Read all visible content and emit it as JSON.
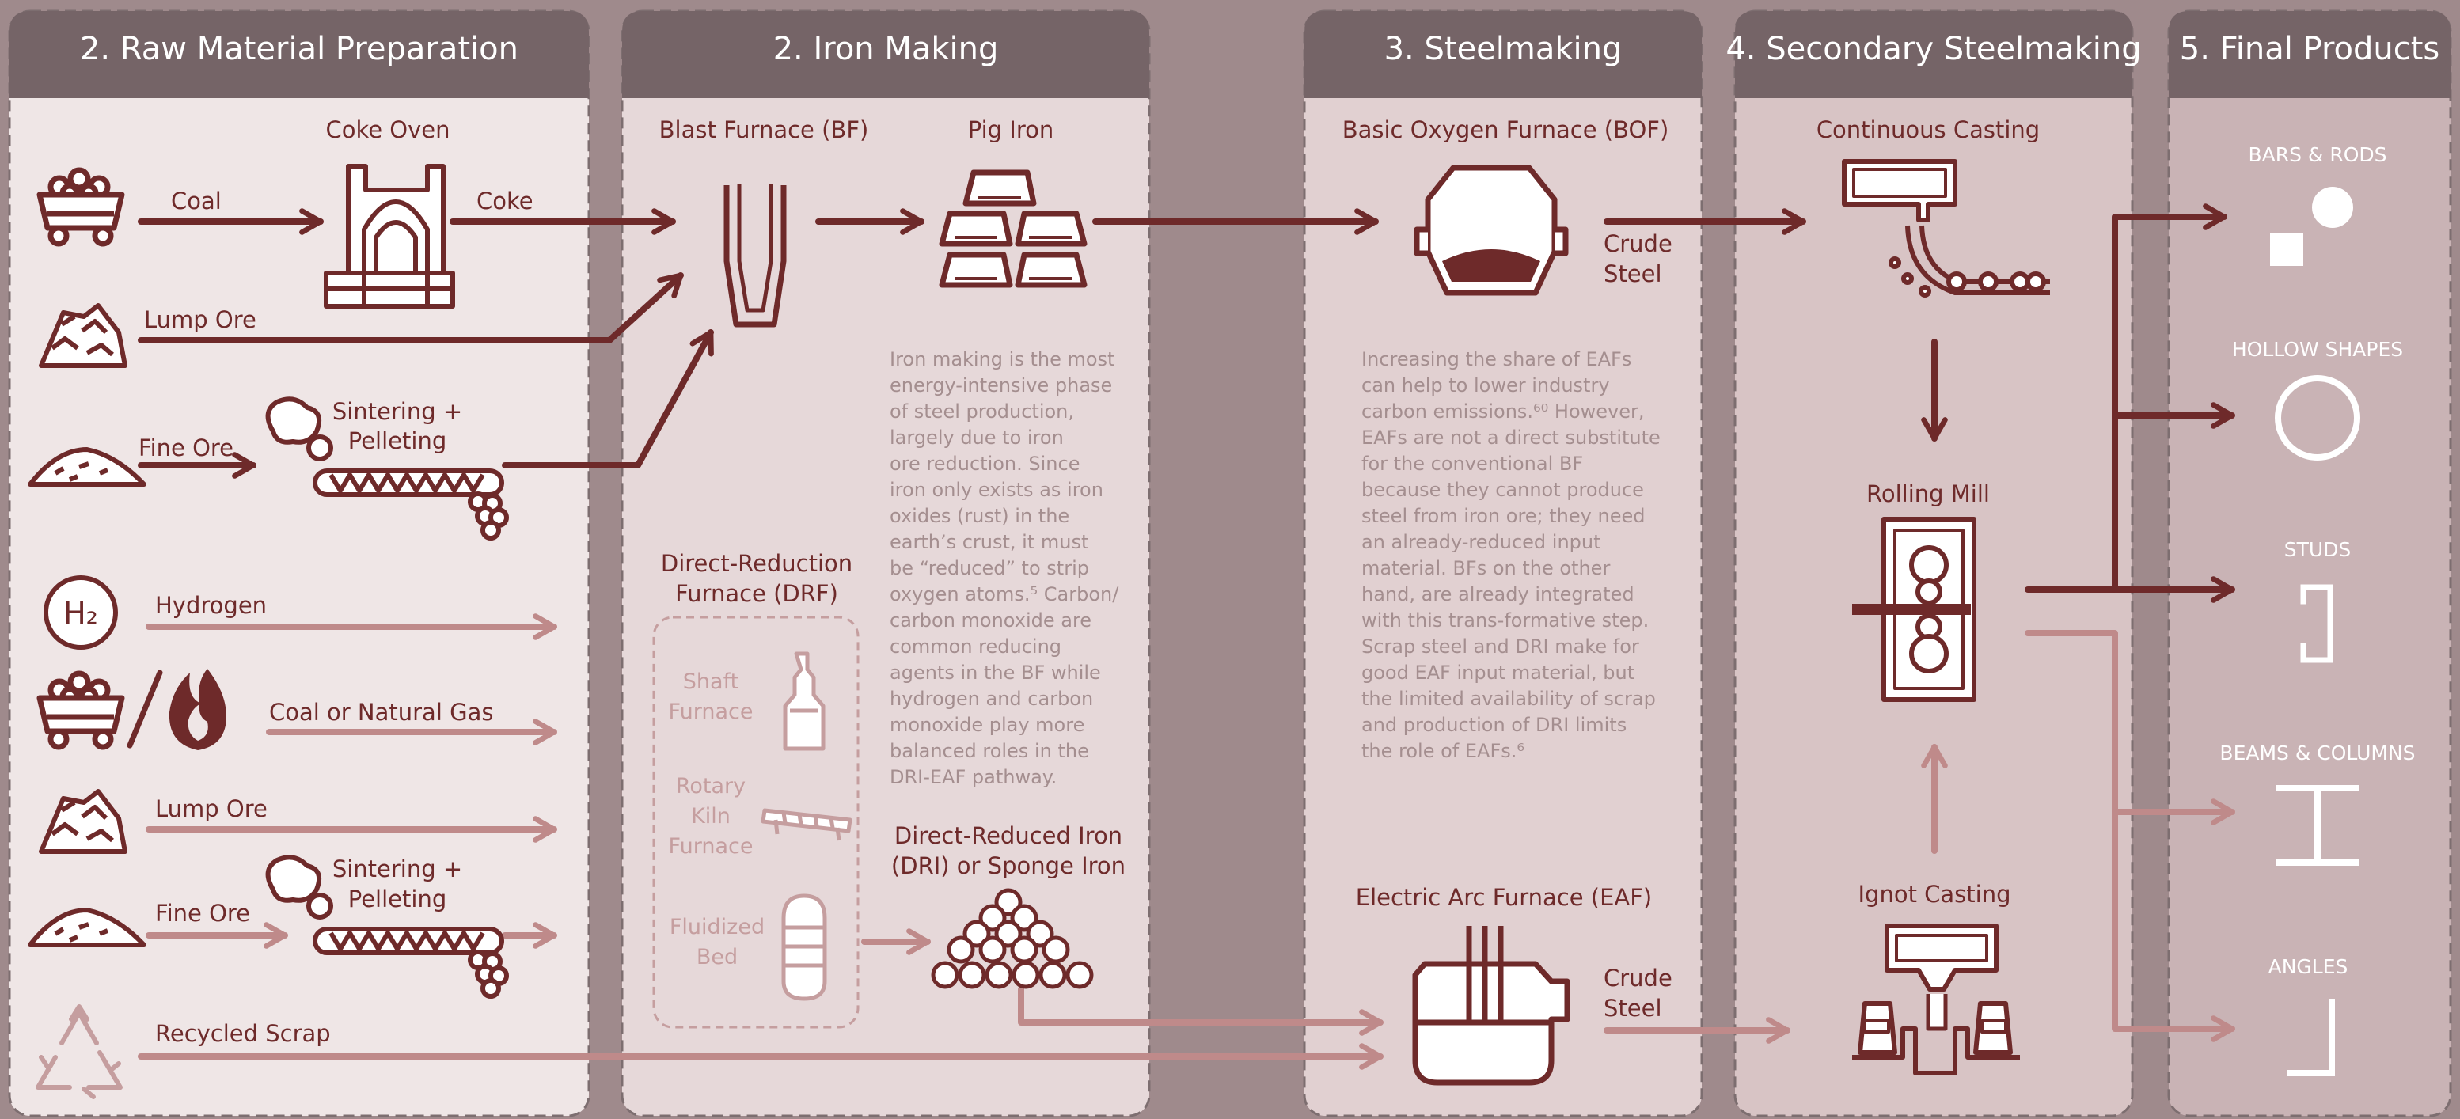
{
  "colors": {
    "background": "#9f8a8c",
    "panel_light": "#efe6e6",
    "panel_mid": "#e4d4d5",
    "panel_dark": "#cbb6b8",
    "header": "#756467",
    "dark_arrow": "#6e2a2a",
    "light_arrow": "#bf8a8a",
    "icon": "#6e2a2a",
    "faded_icon": "#c59e9f",
    "body_text": "#a48e8f",
    "white": "#ffffff"
  },
  "stages": [
    {
      "title": "2. Raw Material Preparation"
    },
    {
      "title": "2. Iron Making"
    },
    {
      "title": "3. Steelmaking"
    },
    {
      "title": "4. Secondary Steelmaking"
    },
    {
      "title": "5. Final Products"
    }
  ],
  "raw_materials": {
    "coke_oven": "Coke Oven",
    "coal": "Coal",
    "coke": "Coke",
    "lump_ore_1": "Lump Ore",
    "fine_ore_1": "Fine Ore",
    "sintering_1": [
      "Sintering +",
      "Pelleting"
    ],
    "hydrogen_symbol": "H₂",
    "hydrogen": "Hydrogen",
    "coal_gas": "Coal or Natural Gas",
    "lump_ore_2": "Lump Ore",
    "sintering_2": [
      "Sintering +",
      "Pelleting"
    ],
    "fine_ore_2": "Fine Ore",
    "recycled_scrap": "Recycled Scrap"
  },
  "iron_making": {
    "blast_furnace": "Blast Furnace (BF)",
    "pig_iron": "Pig Iron",
    "description": [
      "Iron making is the most",
      "energy-intensive phase",
      "of steel production,",
      "largely due to iron",
      "ore reduction.  Since",
      "iron only exists as iron",
      "oxides (rust) in the",
      "earth’s crust, it must",
      "be “reduced” to strip",
      "oxygen atoms.⁵ Carbon/",
      "carbon monoxide are",
      "common reducing",
      "agents in the BF while",
      "hydrogen and carbon",
      "monoxide play more",
      "balanced roles in the",
      "DRI-EAF pathway."
    ],
    "drf_title": [
      "Direct-Reduction",
      "Furnace (DRF)"
    ],
    "shaft": [
      "Shaft",
      "Furnace"
    ],
    "rotary": [
      "Rotary",
      "Kiln",
      "Furnace"
    ],
    "fluidized": [
      "Fluidized",
      "Bed"
    ],
    "dri_title": [
      "Direct-Reduced Iron",
      "(DRI) or Sponge Iron"
    ]
  },
  "steelmaking": {
    "bof": "Basic Oxygen Furnace (BOF)",
    "crude_steel_1": [
      "Crude",
      "Steel"
    ],
    "description": [
      "Increasing the share of EAFs",
      "can  help to lower industry",
      "carbon emissions.⁶⁰ However,",
      "EAFs are not a direct substitute",
      "for the conventional BF",
      "because they cannot produce",
      "steel from iron ore; they need",
      "an already-reduced input",
      "material. BFs on the other",
      "hand, are already integrated",
      "with this trans-formative step.",
      "Scrap steel and DRI make for",
      "good EAF input material, but",
      "the limited availability of scrap",
      "and production of DRI limits",
      "the role of EAFs.⁶"
    ],
    "eaf": "Electric Arc Furnace (EAF)",
    "crude_steel_2": [
      "Crude",
      "Steel"
    ]
  },
  "secondary": {
    "continuous_casting": "Continuous Casting",
    "rolling_mill": "Rolling Mill",
    "ingot_casting": "Ignot Casting"
  },
  "products": {
    "bars": "BARS & RODS",
    "hollow": "HOLLOW SHAPES",
    "studs": "STUDS",
    "beams": "BEAMS & COLUMNS",
    "angles": "ANGLES"
  }
}
